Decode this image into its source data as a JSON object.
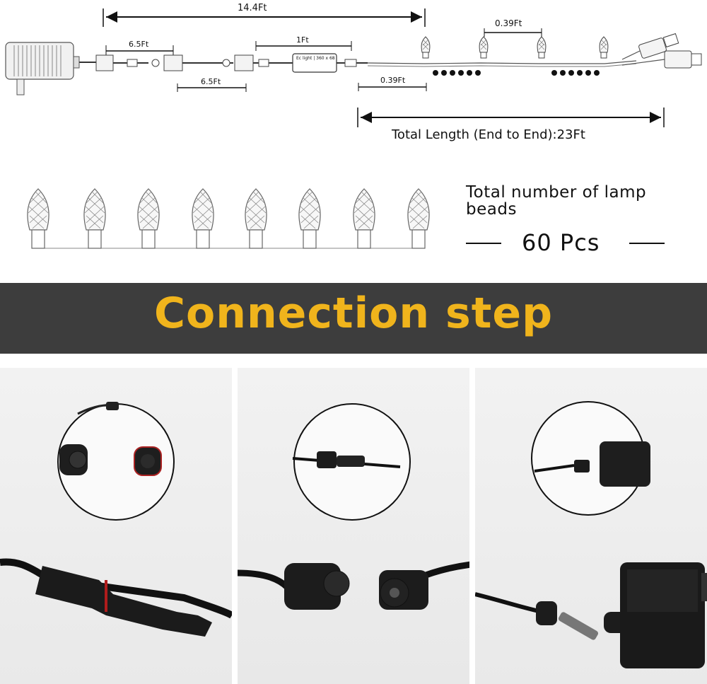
{
  "diagram": {
    "dim_top": "14.4Ft",
    "dim_left_top": "6.5Ft",
    "dim_left_bottom": "6.5Ft",
    "dim_controller": "1Ft",
    "dim_spacing_top": "0.39Ft",
    "dim_spacing_bottom": "0.39Ft",
    "controller_label": "Ec light | 360 x 68",
    "total_length": "Total Length (End to End):23Ft"
  },
  "beads": {
    "label_line1": "Total number of lamp",
    "label_line2": "beads",
    "count": "60 Pcs"
  },
  "banner": {
    "title": "Connection step"
  },
  "colors": {
    "banner_bg": "#3d3d3d",
    "banner_text": "#f0b41c"
  },
  "steps": [
    {
      "icon": "waterproof-connector-icon"
    },
    {
      "icon": "dc-jack-connector-icon"
    },
    {
      "icon": "power-adapter-icon"
    }
  ]
}
